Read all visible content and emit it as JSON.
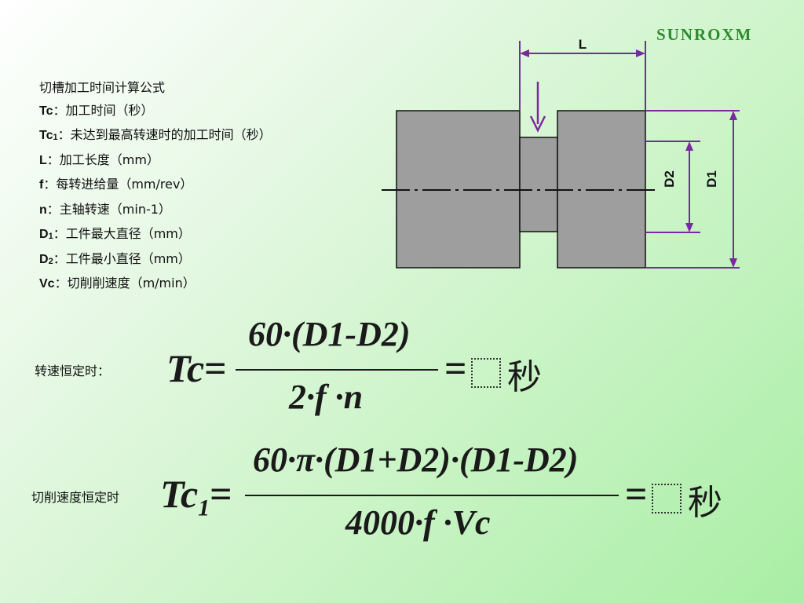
{
  "logo": "SUNROXM",
  "definitions": {
    "title": "切槽加工时间计算公式",
    "rows": [
      {
        "sym": "Tc",
        "sub": "",
        "text": "：加工时间（秒）"
      },
      {
        "sym": "Tc",
        "sub": "1",
        "text": "：未达到最高转速时的加工时间（秒）"
      },
      {
        "sym": "L",
        "sub": "",
        "text": "：加工长度（mm）"
      },
      {
        "sym": "f",
        "sub": "",
        "text": "：每转进给量（mm/rev）"
      },
      {
        "sym": "n",
        "sub": "",
        "text": "：主轴转速（min-1）"
      },
      {
        "sym": "D",
        "sub": "1",
        "text": "：工件最大直径（mm）"
      },
      {
        "sym": "D",
        "sub": "2",
        "text": "：工件最小直径（mm）"
      },
      {
        "sym": "Vc",
        "sub": "",
        "text": "：切削削速度（m/min）"
      }
    ]
  },
  "diagram": {
    "label_L": "L",
    "label_D2": "D2",
    "label_D1": "D1",
    "colors": {
      "body": "#9e9e9e",
      "dim": "#7a2a9e",
      "outline": "#111111"
    }
  },
  "formula1": {
    "label": "转速恒定时：",
    "lhs": "Tc",
    "lhs_sub": "",
    "numerator": "60·(D1-D2)",
    "denominator": "2·f ·n",
    "equals": "=",
    "unit": "秒"
  },
  "formula2": {
    "label": "切削速度恒定时",
    "lhs": "Tc",
    "lhs_sub": "1",
    "numerator": "60·π·(D1+D2)·(D1-D2)",
    "denominator": "4000·f ·Vc",
    "equals": "=",
    "unit": "秒"
  }
}
